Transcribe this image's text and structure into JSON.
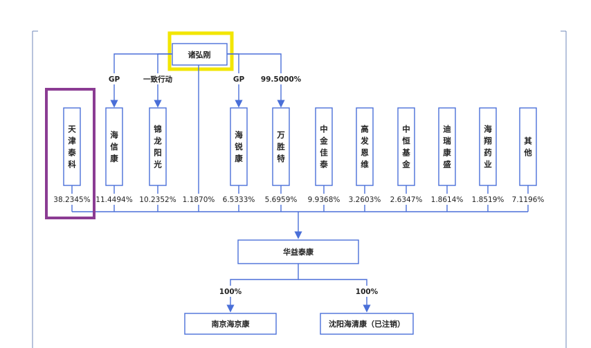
{
  "top_holder": {
    "name": "诸弘刚"
  },
  "top_edge_labels": [
    "GP",
    "一致行动",
    "GP",
    "99.5000%"
  ],
  "shareholders": [
    {
      "chars": [
        "天",
        "津",
        "泰",
        "科"
      ],
      "pct": "38.2345%"
    },
    {
      "chars": [
        "海",
        "信",
        "康"
      ],
      "pct": "11.4494%"
    },
    {
      "chars": [
        "锦",
        "龙",
        "阳",
        "光"
      ],
      "pct": "10.2352%"
    },
    {
      "chars": [],
      "pct": "1.1870%"
    },
    {
      "chars": [
        "海",
        "锐",
        "康"
      ],
      "pct": "6.5333%"
    },
    {
      "chars": [
        "万",
        "胜",
        "特"
      ],
      "pct": "5.6959%"
    },
    {
      "chars": [
        "中",
        "金",
        "佳",
        "泰"
      ],
      "pct": "9.9368%"
    },
    {
      "chars": [
        "高",
        "发",
        "恩",
        "维"
      ],
      "pct": "3.2603%"
    },
    {
      "chars": [
        "中",
        "恒",
        "基",
        "金"
      ],
      "pct": "2.6347%"
    },
    {
      "chars": [
        "迪",
        "瑞",
        "康",
        "盛"
      ],
      "pct": "1.8614%"
    },
    {
      "chars": [
        "海",
        "翔",
        "药",
        "业"
      ],
      "pct": "1.8519%"
    },
    {
      "chars": [
        "其",
        "他"
      ],
      "pct": "7.1196%"
    }
  ],
  "company": {
    "name": "华益泰康"
  },
  "subsidiaries": [
    {
      "name": "南京海京康",
      "pct": "100%"
    },
    {
      "name": "沈阳海清康（已注销）",
      "pct": "100%"
    }
  ],
  "colors": {
    "line": "#4a6fd8",
    "highlight_top": "#f2e600",
    "highlight_left": "#8b3c93"
  }
}
